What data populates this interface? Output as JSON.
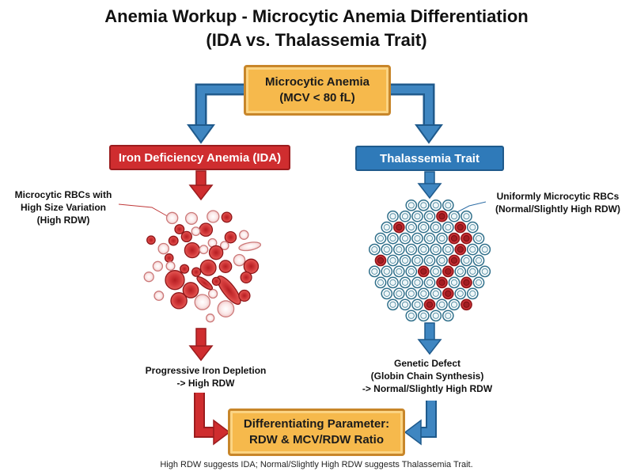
{
  "title": {
    "line1": "Anemia Workup - Microcytic Anemia Differentiation",
    "line2": "(IDA vs. Thalassemia Trait)"
  },
  "top_node": {
    "line1": "Microcytic Anemia",
    "line2": "(MCV < 80 fL)"
  },
  "ida": {
    "label": "Iron Deficiency Anemia (IDA)",
    "rbc_label": [
      "Microcytic RBCs with",
      "High Size Variation",
      "(High RDW)"
    ],
    "outcome": [
      "Progressive Iron Depletion",
      "-> High RDW"
    ]
  },
  "thal": {
    "label": "Thalassemia Trait",
    "rbc_label": [
      "Uniformly Microcytic RBCs",
      "(Normal/Slightly High RDW)"
    ],
    "outcome": [
      "Genetic Defect",
      "(Globin Chain Synthesis)",
      "-> Normal/Slightly High RDW"
    ]
  },
  "bottom_node": {
    "line1": "Differentiating Parameter:",
    "line2": "RDW & MCV/RDW Ratio"
  },
  "footnote": "High RDW suggests IDA; Normal/Slightly High RDW suggests Thalassemia Trait.",
  "colors": {
    "ida_red": "#cf2d2f",
    "thal_blue": "#2f7ab9",
    "node_orange": "#f6b94c",
    "arrow_blue": "#3f86c1"
  },
  "icons": [
    "ida-rbc-cluster-icon",
    "thal-rbc-cluster-icon"
  ]
}
